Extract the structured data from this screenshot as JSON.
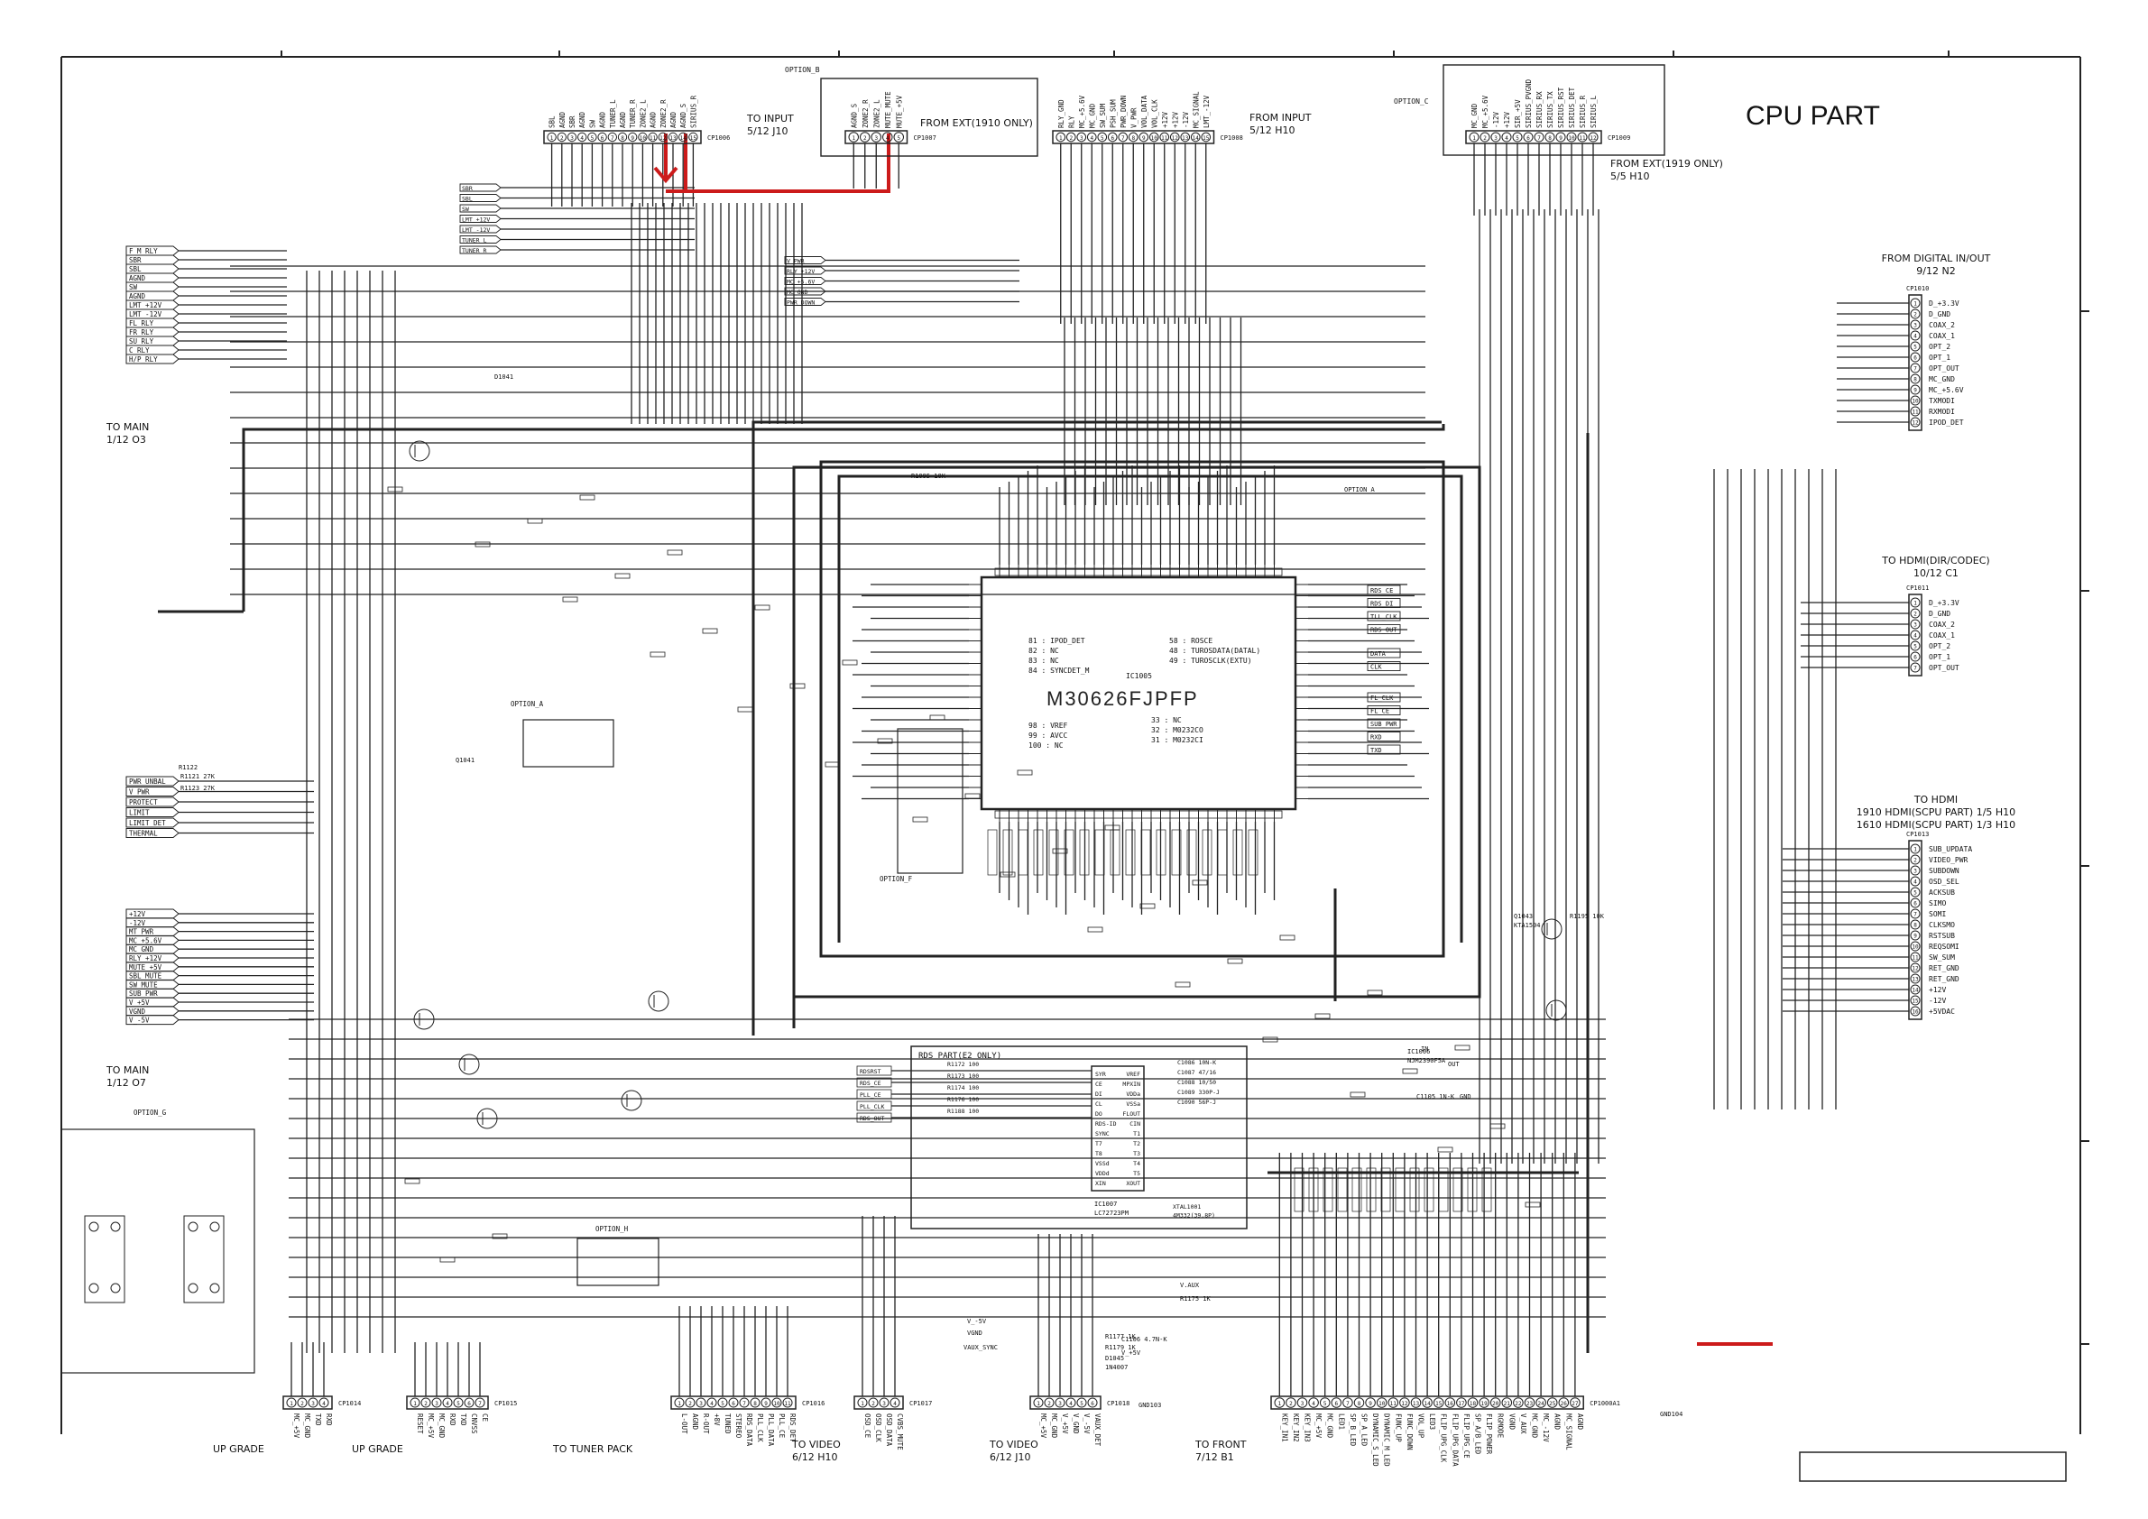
{
  "title": "CPU PART",
  "colors": {
    "wire": "#222222",
    "highlight": "#cc1b1b",
    "paper": "#ffffff"
  },
  "ic": {
    "ref": "IC1005",
    "part": "M30626FJPFP"
  },
  "ic_notes": {
    "top_left": [
      "81 : IPOD_DET",
      "82 : NC",
      "83 : NC",
      "84 : SYNCDET_M"
    ],
    "top_right": [
      "58 : ROSCE",
      "48 : TUROSDATA(DATAL)",
      "49 : TUROSCLK(EXTU)"
    ],
    "mid_left": [
      "98 : VREF",
      "99 : AVCC",
      "100 : NC"
    ],
    "mid_right": [
      "33 : NC",
      "32 : M0232CO",
      "31 : M0232CI"
    ]
  },
  "left_signals": [
    "SBR",
    "SBL",
    "SW",
    "LMT_+12V",
    "LMT_-12V",
    "TUNER_L",
    "TUNER_R",
    "V_PWR",
    "RLY_+12V",
    "MC_+5.6V",
    "MC_GND",
    "PWR_DOWN"
  ],
  "right_ic_pins": [
    "RDS_CE",
    "RDS_DI",
    "TLL_CLK",
    "RDS_OUT",
    "DATA",
    "CLK",
    "FL_CLK",
    "FL_CE",
    "SUB_PWR",
    "RXD",
    "TXD"
  ],
  "connectors": {
    "cp1006": {
      "ref": "CP1006",
      "pins": [
        "SBL",
        "AGND",
        "SBR",
        "AGND",
        "SW",
        "AGND",
        "TUNER_L",
        "AGND",
        "TUNER_R",
        "ZONE2_L",
        "AGND",
        "ZONE2_R",
        "AGND",
        "AGND_S",
        "SIRIUS_R"
      ],
      "dest": "TO INPUT\n5/12 J10"
    },
    "cp1007": {
      "ref": "CP1007",
      "pins": [
        "AGND_S",
        "ZONE2_R",
        "ZONE2_L",
        "MUTE_MUTE",
        "MUTE_+5V"
      ],
      "dest": "FROM EXT(1910 ONLY)",
      "option": "OPTION_B"
    },
    "cp1008": {
      "ref": "CP1008",
      "pins": [
        "RLY_GND",
        "RLY",
        "MC_+5.6V",
        "MC_GND",
        "SW_SUM",
        "PSH_SUM",
        "PWR_DOWN",
        "V_PWR",
        "VOL_DATA",
        "VOL_CLK",
        "+12V",
        "+12V",
        "-12V",
        "MC_SIGNAL",
        "LMT_-12V"
      ],
      "dest": "FROM INPUT\n5/12 H10"
    },
    "cp1009": {
      "ref": "CP1009",
      "pins": [
        "MC_GND",
        "MC_+5.6V",
        "-12V",
        "+12V",
        "SIR_+5V",
        "SIRIUS_PVGND",
        "SIRIUS_RX",
        "SIRIUS_TX",
        "SIRIUS_RST",
        "SIRIUS_DET",
        "SIRIUS_R",
        "SIRIUS_L"
      ],
      "dest": "FROM EXT(1919 ONLY)\n5/5 H10",
      "option": "OPTION_C"
    },
    "cp1010": {
      "ref": "CP1010",
      "pins": [
        "D_+3.3V",
        "D_GND",
        "COAX_2",
        "COAX_1",
        "OPT_2",
        "OPT_1",
        "OPT_OUT",
        "MC_GND",
        "MC_+5.6V",
        "TXMODI",
        "RXMODI",
        "IPOD_DET"
      ],
      "dest": "FROM DIGITAL IN/OUT\n9/12 N2"
    },
    "cp1011": {
      "ref": "CP1011",
      "pins": [
        "D_+3.3V",
        "D_GND",
        "COAX_2",
        "COAX_1",
        "OPT_2",
        "OPT_1",
        "OPT_OUT"
      ],
      "dest": "TO HDMI(DIR/CODEC)\n10/12 C1"
    },
    "cp1013": {
      "ref": "CP1013",
      "pins": [
        "SUB_UPDATA",
        "VIDEO_PWR",
        "SUBDOWN",
        "OSD_SEL",
        "ACKSUB",
        "SIMO",
        "SOMI",
        "CLKSMO",
        "RSTSUB",
        "REQSOMI",
        "SW_SUM",
        "RET_GND",
        "RET_GND",
        "+12V",
        "-12V",
        "+5VDAC"
      ],
      "dest": "TO HDMI\n1910 HDMI(SCPU PART) 1/5 H10\n1610 HDMI(SCPU PART) 1/3 H10"
    },
    "cp1014": {
      "ref": "CP1014",
      "pins": [
        "MC_+5V",
        "MC_GND",
        "TXD",
        "RXD"
      ],
      "dest": "UP GRADE"
    },
    "cp1015": {
      "ref": "CP1015",
      "pins": [
        "RESET",
        "MC_+5V",
        "MC_GND",
        "RXD",
        "TXD",
        "CNVSS",
        "CE"
      ],
      "dest": "UP GRADE"
    },
    "cp1016": {
      "ref": "CP1016",
      "pins": [
        "L-OUT",
        "AGND",
        "R-OUT",
        "+8V",
        "TUNED",
        "STEREO",
        "RDS_DATA",
        "PLL_CLK",
        "PLL_DATA",
        "PLL_CE",
        "RDS_DET"
      ],
      "dest": "TO TUNER PACK"
    },
    "cp1017": {
      "ref": "CP1017",
      "pins": [
        "OSD_CE",
        "OSD_CLK",
        "OSD_DATA",
        "CVBS_MUTE"
      ],
      "dest": "TO VIDEO\n6/12 H10"
    },
    "cp1018": {
      "ref": "CP1018",
      "pins": [
        "MC_+5V",
        "MC_GND",
        "V_+5V",
        "V_GND",
        "V_-5V",
        "VAUX_DET"
      ],
      "dest": "TO VIDEO\n6/12 J10"
    },
    "cp1000a": {
      "ref": "CP1000A1",
      "pins": [
        "KEY_IN1",
        "KEY_IN2",
        "KEY_IN3",
        "MC_+5V",
        "MC_GND",
        "LED1",
        "SP_B_LED",
        "SP_A_LED",
        "DYNAMIC_S_LED",
        "DYNAMIC_M_LED",
        "FUNC_UP",
        "FUNC_DOWN",
        "VOL_UP",
        "LED3",
        "FLIP_UPG_CLK",
        "FLIP_UPG_DATA",
        "FLIP_UPG_CE",
        "SP_A/B_LED",
        "FLIP_POWER",
        "RGMODE",
        "VGND",
        "V_AUX",
        "MC_GND",
        "MC_-12V",
        "AGND",
        "MC_SIGNAL",
        "AGND"
      ],
      "dest": "TO FRONT\n7/12 B1"
    },
    "cp_main1": {
      "pins": [
        "F_M_RLY",
        "SBR",
        "SBL",
        "AGND",
        "SW",
        "AGND",
        "LMT_+12V",
        "LMT_-12V",
        "FL_RLY",
        "FR_RLY",
        "SU_RLY",
        "C_RLY",
        "H/P_RLY"
      ],
      "dest": "TO MAIN\n1/12 O3"
    },
    "cp_main2": {
      "pins": [
        "+12V",
        "-12V",
        "MT_PWR",
        "MC_+5.6V",
        "MC_GND",
        "RLY_+12V",
        "MUTE_+5V",
        "SBL_MUTE",
        "SW_MUTE",
        "SUB_PWR",
        "V_+5V",
        "VGND",
        "V_-5V"
      ],
      "dest": "TO MAIN\n1/12 O7"
    },
    "cp_prot": {
      "pins": [
        "PWR_UNBAL",
        "V_PWR",
        "PROTECT",
        "LIMIT",
        "LIMIT_DET",
        "THERMAL"
      ]
    }
  },
  "options": {
    "a": "OPTION_A",
    "f": "OPTION_F",
    "g": "OPTION_G",
    "h": "OPTION_H"
  },
  "rds": {
    "title": "RDS PART(E2 ONLY)",
    "left_sig": [
      "RDSRST",
      "RDS_CE",
      "PLL_CE",
      "PLL_CLK",
      "RDS_OUT"
    ],
    "resistors": [
      "R1172 100",
      "R1173 100",
      "R1174 100",
      "R1176 100",
      "R1188 100"
    ],
    "ic_left": [
      "SYR",
      "CE",
      "DI",
      "CL",
      "DO",
      "RDS-ID",
      "SYNC",
      "T7",
      "T8",
      "VSSd",
      "VDDd",
      "XIN"
    ],
    "ic_right": [
      "VREF",
      "MPXIN",
      "VDDa",
      "VSSa",
      "FLOUT",
      "CIN",
      "T1",
      "T2",
      "T3",
      "T4",
      "T5",
      "XOUT"
    ],
    "ic_ref": "IC1007\nLC72723PM",
    "caps": [
      "C1086 10N-K",
      "C1087 47/16",
      "C1088 10/50",
      "C1089 330P-J",
      "C1090 56P-J"
    ],
    "xtal": "XTAL1001\n4M332(39.8P)"
  },
  "bottom_labels": {
    "gnd103": "GND103",
    "gnd104": "GND104"
  },
  "misc": [
    "R1121 27K",
    "R1122",
    "R1123 27K",
    "Q1041",
    "D1041",
    "IC1006\nNJM2390F5A",
    "IN",
    "OUT",
    "GND",
    "C1105 1N-K",
    "C1106 4.7N-K",
    "V_+5V",
    "V_-5V",
    "VGND",
    "VAUX_SYNC",
    "V.AUX",
    "R1175 1K",
    "R1177 1K",
    "R1179 1K",
    "D1045\n1N4007",
    "Q1043\nKTA1504",
    "R1195 10K",
    "R1095 10K",
    "OPTION_A",
    "OPTION_F",
    "OPTION_G",
    "OPTION_H"
  ]
}
